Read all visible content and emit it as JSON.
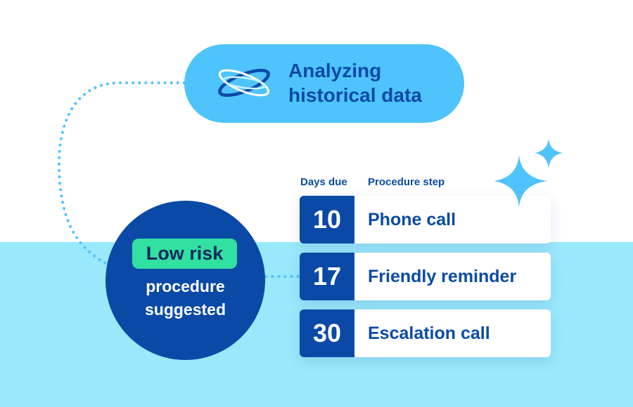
{
  "status_pill": {
    "line1": "Analyzing",
    "line2": "historical data",
    "icon": "orbit-icon"
  },
  "result": {
    "badge": "Low risk",
    "line1": "procedure",
    "line2": "suggested"
  },
  "table": {
    "headers": {
      "days": "Days due",
      "step": "Procedure step"
    },
    "rows": [
      {
        "days": "10",
        "step": "Phone call"
      },
      {
        "days": "17",
        "step": "Friendly reminder"
      },
      {
        "days": "30",
        "step": "Escalation call"
      }
    ]
  },
  "colors": {
    "navy": "#0a4aa6",
    "sky": "#4fc3fb",
    "light_cyan": "#9ae8fb",
    "mint": "#32e0a1"
  }
}
